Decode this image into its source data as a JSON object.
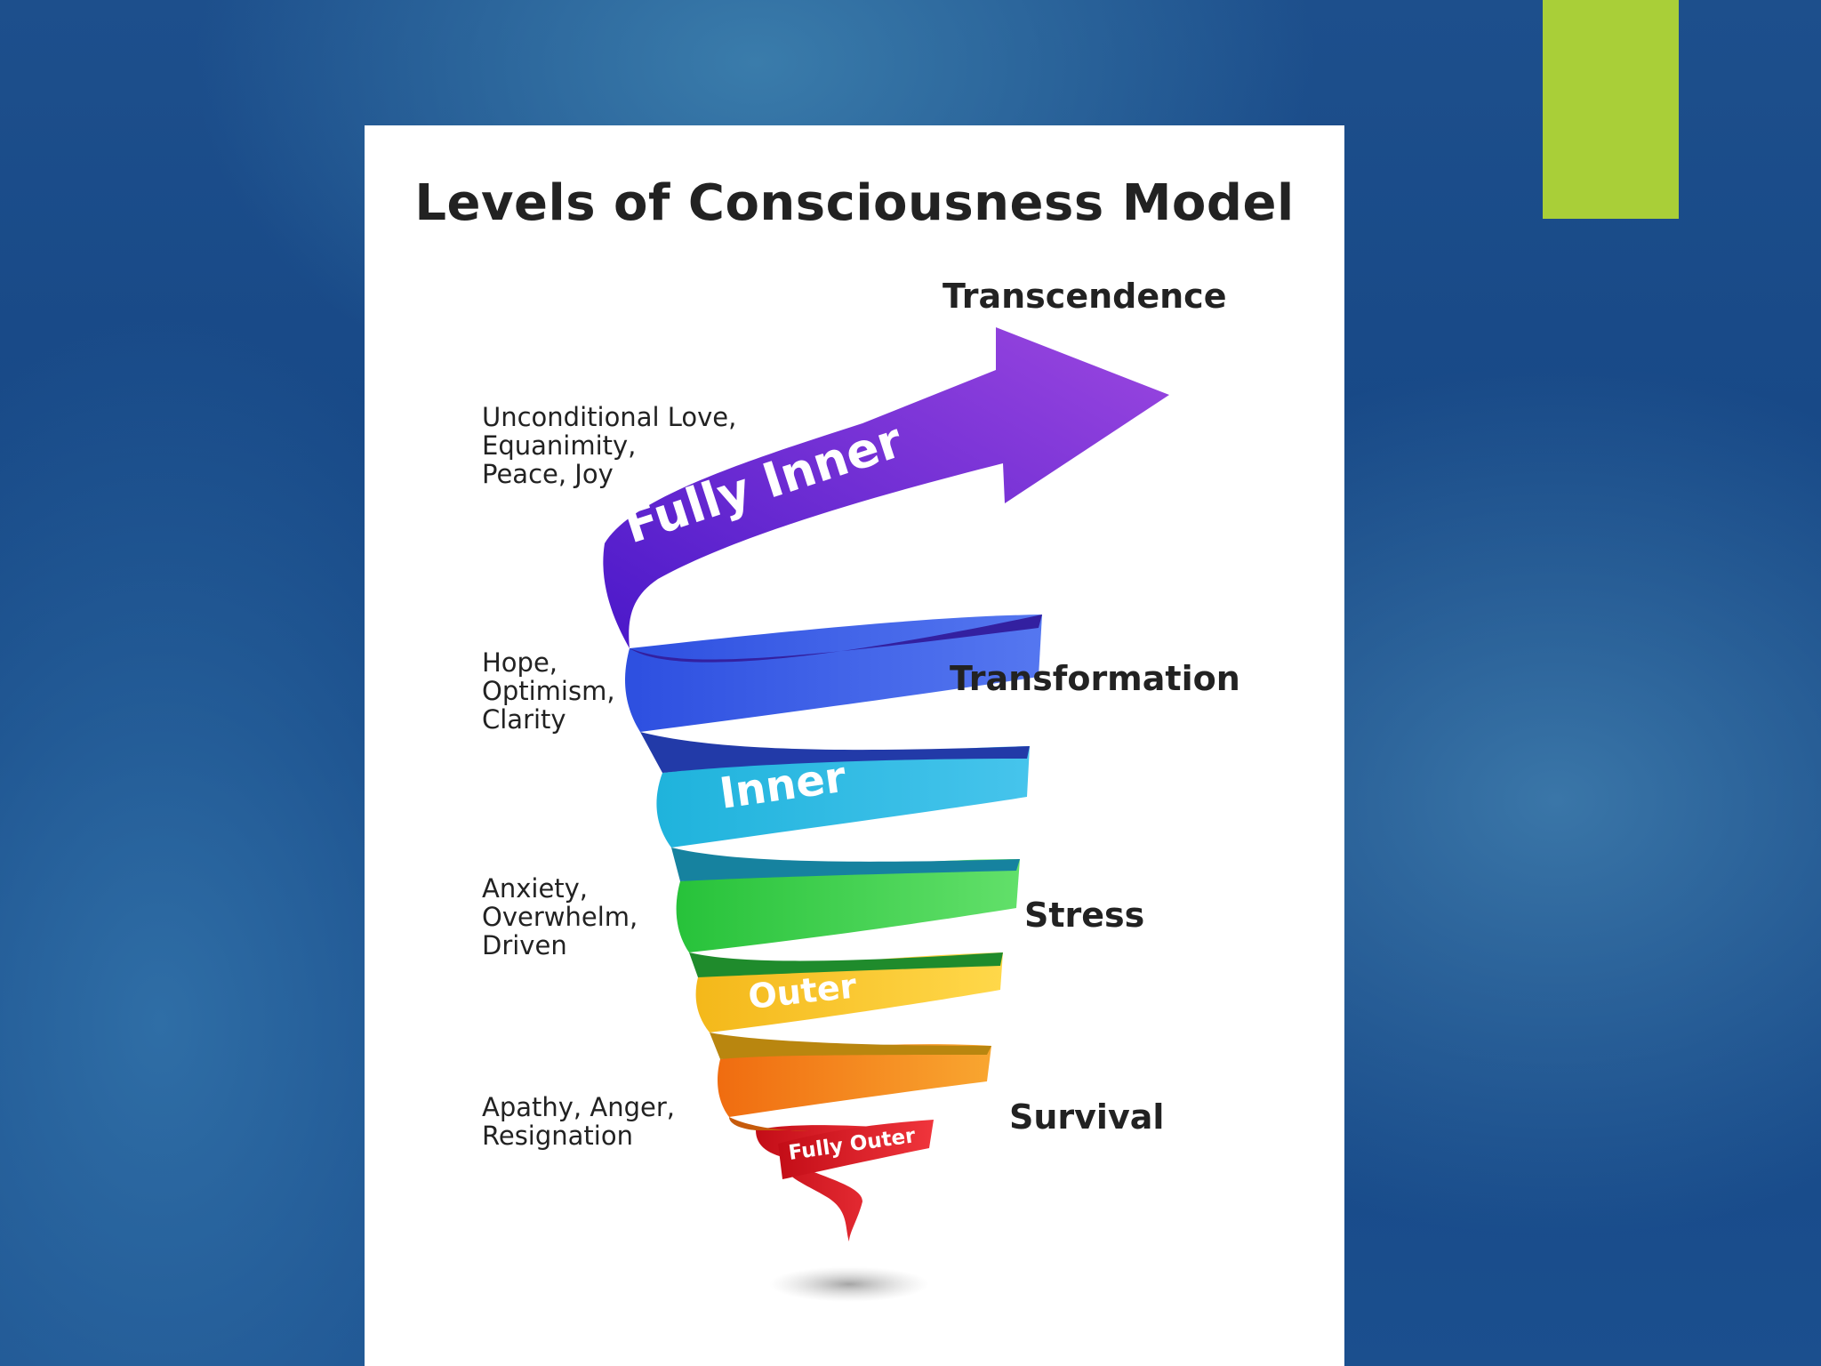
{
  "diagram": {
    "title": "Levels of Consciousness Model",
    "levels": {
      "transcendence": "Transcendence",
      "transformation": "Transformation",
      "stress": "Stress",
      "survival": "Survival"
    },
    "emotions": {
      "fully_inner": [
        "Unconditional Love,",
        "Equanimity,",
        "Peace, Joy"
      ],
      "inner": [
        "Hope,",
        "Optimism,",
        "Clarity"
      ],
      "outer": [
        "Anxiety,",
        "Overwhelm,",
        "Driven"
      ],
      "fully_outer": [
        "Apathy, Anger,",
        "Resignation"
      ]
    },
    "spiral_labels": {
      "fully_inner": "Fully Inner",
      "inner": "Inner",
      "outer": "Outer",
      "fully_outer": "Fully Outer"
    }
  },
  "colors": {
    "accent_bar": "#a9cf38",
    "violet": "#6a1fd1",
    "blue": "#3b4ee6",
    "cyan": "#27b6df",
    "green": "#33c93e",
    "yellow": "#f2c21c",
    "orange": "#f27a12",
    "red": "#d9121b"
  }
}
